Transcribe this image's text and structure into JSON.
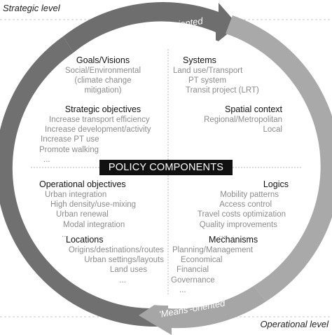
{
  "corner_labels": {
    "top_left": "Strategic level",
    "bottom_right": "Operational level"
  },
  "arrows": {
    "top_label": "'Ends'-oriented",
    "bottom_label": "'Means'-oriented"
  },
  "center_title": "POLICY COMPONENTS",
  "quadrants": {
    "top_left": {
      "sections": [
        {
          "heading": "Goals/Visions",
          "items": [
            "Social/Environmental",
            "(climate change",
            "mitigation)"
          ]
        },
        {
          "heading": "Strategic objectives",
          "items": [
            "Increase transport efficiency",
            "Increase development/activity",
            "Increase PT use",
            "Promote walking",
            "..."
          ]
        }
      ]
    },
    "top_right": {
      "sections": [
        {
          "heading": "Systems",
          "items": [
            "Land use/Transport",
            "PT system",
            "Transit project (LRT)"
          ]
        },
        {
          "heading": "Spatial context",
          "items": [
            "Regional/Metropolitan",
            "Local"
          ]
        }
      ]
    },
    "bottom_left": {
      "sections": [
        {
          "heading": "Operational objectives",
          "items": [
            "Urban integration",
            "High density/use-mixing",
            "Urban renewal",
            "Modal integration",
            "..."
          ]
        },
        {
          "heading": "Locations",
          "items": [
            "Origins/destinations/routes",
            "Urban settings/layouts",
            "Land uses",
            "..."
          ]
        }
      ]
    },
    "bottom_right": {
      "sections": [
        {
          "heading": "Logics",
          "items": [
            "Mobility patterns",
            "Access control",
            "Travel costs optimization",
            "Quality improvements",
            "..."
          ]
        },
        {
          "heading": "Mechanisms",
          "items": [
            "Planning/Management",
            "Economical",
            "Financial",
            "Governance",
            "..."
          ]
        }
      ]
    }
  },
  "colors": {
    "arrow_dark": "#6e6e6e",
    "arrow_light": "#a8a8a8",
    "divider": "#c0c0c0",
    "center_box": "#111111"
  }
}
